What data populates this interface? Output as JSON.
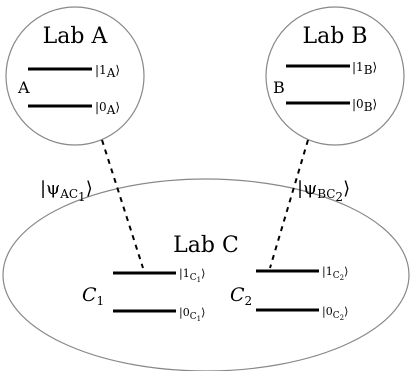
{
  "lab_a": {
    "title": "Lab A",
    "node": "A",
    "upper_ket": {
      "open": "|1",
      "sub": "A",
      "close": "⟩"
    },
    "lower_ket": {
      "open": "|0",
      "sub": "A",
      "close": "⟩"
    }
  },
  "lab_b": {
    "title": "Lab B",
    "node": "B",
    "upper_ket": {
      "open": "|1",
      "sub": "B",
      "close": "⟩"
    },
    "lower_ket": {
      "open": "|0",
      "sub": "B",
      "close": "⟩"
    }
  },
  "lab_c": {
    "title": "Lab C",
    "c1": {
      "base": "C",
      "sub": "1",
      "upper_ket": {
        "open": "|1",
        "sub": "C",
        "subsub": "1",
        "close": "⟩"
      },
      "lower_ket": {
        "open": "|0",
        "sub": "C",
        "subsub": "1",
        "close": "⟩"
      }
    },
    "c2": {
      "base": "C",
      "sub": "2",
      "upper_ket": {
        "open": "|1",
        "sub": "C",
        "subsub": "2",
        "close": "⟩"
      },
      "lower_ket": {
        "open": "|0",
        "sub": "C",
        "subsub": "2",
        "close": "⟩"
      }
    }
  },
  "links": {
    "ac1": {
      "open": "|ψ",
      "sub": "AC",
      "subsub": "1",
      "close": "⟩"
    },
    "bc2": {
      "open": "|ψ",
      "sub": "BC",
      "subsub": "2",
      "close": "⟩"
    }
  },
  "colors": {
    "outline": "#888888",
    "levels": "#000000",
    "background": "#ffffff"
  }
}
